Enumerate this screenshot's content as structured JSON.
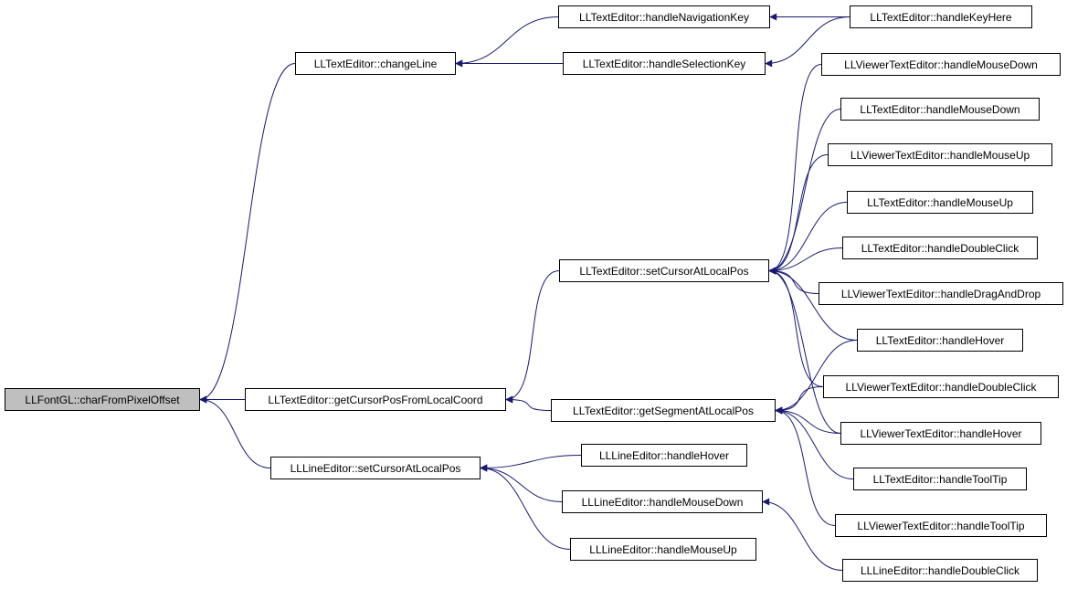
{
  "nodes": {
    "charFromPixelOffset": "LLFontGL::charFromPixelOffset",
    "changeLine": "LLTextEditor::changeLine",
    "getCursorPosFromLocalCoord": "LLTextEditor::getCursorPosFromLocalCoord",
    "lleSetCursorAtLocalPos": "LLLineEditor::setCursorAtLocalPos",
    "handleNavigationKey": "LLTextEditor::handleNavigationKey",
    "handleSelectionKey": "LLTextEditor::handleSelectionKey",
    "handleKeyHere": "LLTextEditor::handleKeyHere",
    "teSetCursorAtLocalPos": "LLTextEditor::setCursorAtLocalPos",
    "getSegmentAtLocalPos": "LLTextEditor::getSegmentAtLocalPos",
    "vteHandleMouseDown": "LLViewerTextEditor::handleMouseDown",
    "teHandleMouseDown": "LLTextEditor::handleMouseDown",
    "vteHandleMouseUp": "LLViewerTextEditor::handleMouseUp",
    "teHandleMouseUp": "LLTextEditor::handleMouseUp",
    "teHandleDoubleClick": "LLTextEditor::handleDoubleClick",
    "vteHandleDragAndDrop": "LLViewerTextEditor::handleDragAndDrop",
    "teHandleHover": "LLTextEditor::handleHover",
    "vteHandleDoubleClick": "LLViewerTextEditor::handleDoubleClick",
    "vteHandleHover": "LLViewerTextEditor::handleHover",
    "teHandleToolTip": "LLTextEditor::handleToolTip",
    "vteHandleToolTip": "LLViewerTextEditor::handleToolTip",
    "lleHandleHover": "LLLineEditor::handleHover",
    "lleHandleMouseDown": "LLLineEditor::handleMouseDown",
    "lleHandleMouseUp": "LLLineEditor::handleMouseUp",
    "lleHandleDoubleClick": "LLLineEditor::handleDoubleClick"
  },
  "edges": [
    [
      "changeLine",
      "charFromPixelOffset"
    ],
    [
      "getCursorPosFromLocalCoord",
      "charFromPixelOffset"
    ],
    [
      "lleSetCursorAtLocalPos",
      "charFromPixelOffset"
    ],
    [
      "handleNavigationKey",
      "changeLine"
    ],
    [
      "handleSelectionKey",
      "changeLine"
    ],
    [
      "handleKeyHere",
      "handleNavigationKey"
    ],
    [
      "handleKeyHere",
      "handleSelectionKey"
    ],
    [
      "teSetCursorAtLocalPos",
      "getCursorPosFromLocalCoord"
    ],
    [
      "getSegmentAtLocalPos",
      "getCursorPosFromLocalCoord"
    ],
    [
      "vteHandleMouseDown",
      "teSetCursorAtLocalPos"
    ],
    [
      "teHandleMouseDown",
      "teSetCursorAtLocalPos"
    ],
    [
      "vteHandleMouseUp",
      "teSetCursorAtLocalPos"
    ],
    [
      "teHandleMouseUp",
      "teSetCursorAtLocalPos"
    ],
    [
      "teHandleDoubleClick",
      "teSetCursorAtLocalPos"
    ],
    [
      "vteHandleDragAndDrop",
      "teSetCursorAtLocalPos"
    ],
    [
      "teHandleHover",
      "teSetCursorAtLocalPos"
    ],
    [
      "vteHandleDoubleClick",
      "teSetCursorAtLocalPos"
    ],
    [
      "vteHandleHover",
      "teSetCursorAtLocalPos"
    ],
    [
      "teHandleHover",
      "getSegmentAtLocalPos"
    ],
    [
      "vteHandleDoubleClick",
      "getSegmentAtLocalPos"
    ],
    [
      "vteHandleHover",
      "getSegmentAtLocalPos"
    ],
    [
      "teHandleToolTip",
      "getSegmentAtLocalPos"
    ],
    [
      "vteHandleToolTip",
      "getSegmentAtLocalPos"
    ],
    [
      "lleHandleHover",
      "lleSetCursorAtLocalPos"
    ],
    [
      "lleHandleMouseDown",
      "lleSetCursorAtLocalPos"
    ],
    [
      "lleHandleMouseUp",
      "lleSetCursorAtLocalPos"
    ],
    [
      "lleHandleDoubleClick",
      "lleHandleMouseDown"
    ]
  ],
  "colors": {
    "node_border": "#000000",
    "root_fill": "#bfbfbf",
    "edge": "#191970"
  }
}
